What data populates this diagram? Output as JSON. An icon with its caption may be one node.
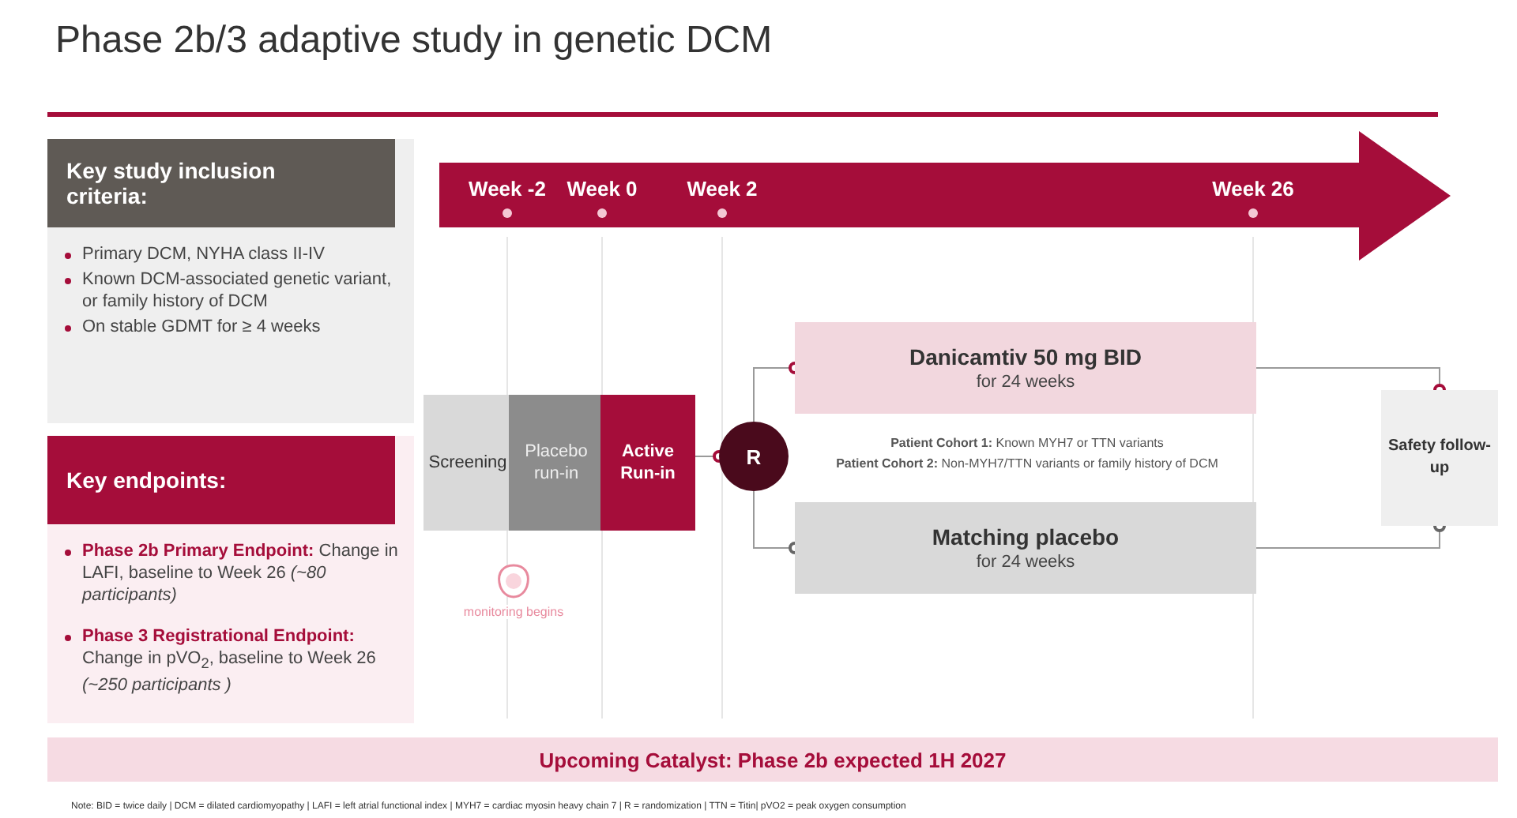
{
  "diagram": {
    "title": "Phase 2b/3 adaptive study in genetic DCM",
    "nodes": [
      {
        "text": [
          "Key study inclusion criteria:",
          "Primary DCM, NYHA class II-IV",
          "Known DCM-associated genetic variant, or family history of DCM",
          "On stable GDMT for ≥ 4 weeks"
        ]
      },
      {
        "text": [
          "Key endpoints:",
          "**Phase 2b Primary Endpoint:** Change in LAFI, baseline to Week 26 *(~80 participants)*",
          "**Phase 3 Registrational Endpoint:** Change in pVO$_{2}$, baseline to Week 26 *(~250 participants )*"
        ]
      },
      {
        "text": [
          "Week -2",
          "Week 0",
          "Week 2",
          "Week 26"
        ]
      },
      {
        "text": [
          "Screening"
        ]
      },
      {
        "text": [
          "Placebo run-in"
        ]
      },
      {
        "text": [
          "Active Run-in"
        ]
      },
      {
        "text": [
          "R"
        ]
      },
      {
        "text": [
          "Danicamtiv 50 mg BID",
          "for 24 weeks"
        ]
      },
      {
        "text": [
          "Matching placebo",
          "for 24 weeks"
        ]
      },
      {
        "text": [
          "Safety follow-up"
        ]
      },
      {
        "text": [
          "Upcoming Catalyst: Phase 2b expected 1H 2027"
        ]
      }
    ],
    "edges": [
      {
        "from": 5,
        "to": 6,
        "arrow": "other"
      },
      {
        "from": 6,
        "to": 7,
        "arrow": "other"
      },
      {
        "from": 6,
        "to": 8,
        "arrow": "other"
      },
      {
        "from": 7,
        "to": 9,
        "arrow": "other"
      },
      {
        "from": 8,
        "to": 9,
        "arrow": "other"
      }
    ],
    "labels": [
      "**Patient Cohort 1:** Known MYH7 or TTN variants",
      "**Patient Cohort 2:** Non-MYH7/TTN variants or family history of DCM",
      "monitoring begins",
      "Note: BID = twice daily | DCM = dilated cardiomyopathy | LAFI = left atrial functional index | MYH7 = cardiac myosin heavy chain 7 | R = randomization | TTN = Titin| pVO2 = peak oxygen consumption"
    ]
  }
}
